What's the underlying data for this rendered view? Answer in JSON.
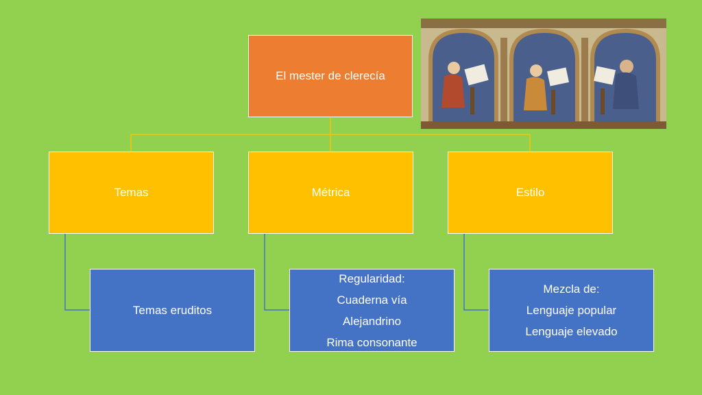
{
  "root": {
    "label": "El mester de clerecía"
  },
  "categories": [
    {
      "label": "Temas"
    },
    {
      "label": "Métrica"
    },
    {
      "label": "Estilo"
    }
  ],
  "details": [
    {
      "lines": [
        "Temas eruditos"
      ]
    },
    {
      "lines": [
        "Regularidad:",
        "Cuaderna vía",
        "Alejandrino",
        "Rima consonante"
      ]
    },
    {
      "lines": [
        "Mezcla de:",
        "Lenguaje popular",
        "Lenguaje elevado"
      ]
    }
  ],
  "colors": {
    "background": "#92d050",
    "root": "#ed7d31",
    "category": "#ffc000",
    "detail": "#4472c4",
    "connector_top": "#ffc000",
    "connector_leaf": "#4472c4"
  },
  "illustration": {
    "icon": "medieval-scribes-miniature"
  }
}
